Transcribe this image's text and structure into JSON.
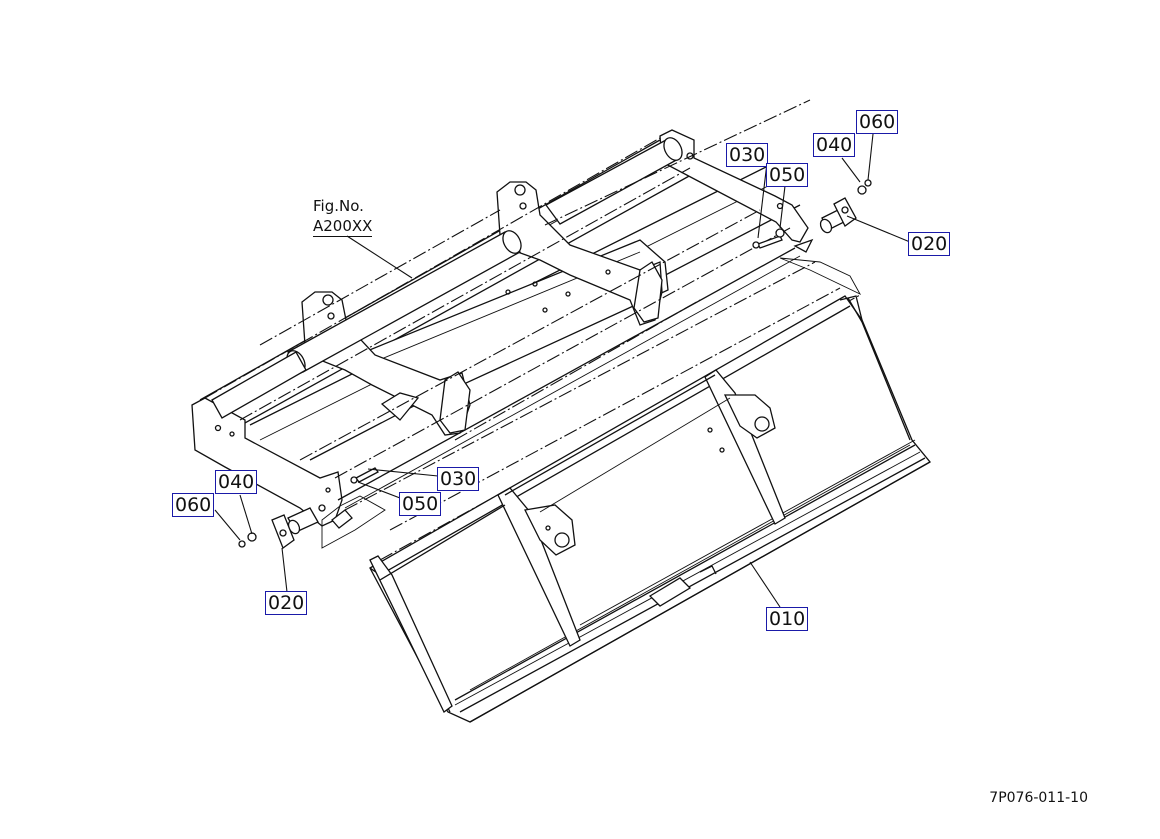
{
  "figure_reference": {
    "line1": "Fig.No.",
    "line2": "A200XX"
  },
  "drawing_code": "7P076-011-10",
  "callouts": {
    "c010": "010",
    "c020_right": "020",
    "c020_left": "020",
    "c030_top": "030",
    "c030_mid": "030",
    "c040_top": "040",
    "c040_left": "040",
    "c050_top": "050",
    "c050_mid": "050",
    "c060_top": "060",
    "c060_left": "060"
  },
  "colors": {
    "callout_border": "#1a1aa8",
    "line": "#111111"
  }
}
